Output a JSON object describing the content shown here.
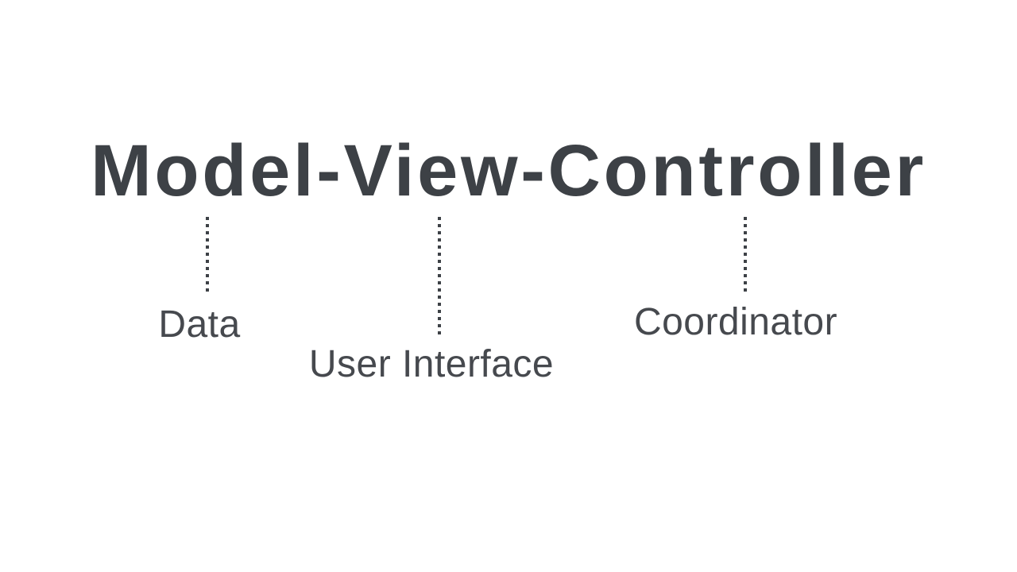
{
  "title": "Model-View-Controller",
  "connectors": [
    {
      "term": "Model",
      "label": "Data"
    },
    {
      "term": "View",
      "label": "User Interface"
    },
    {
      "term": "Controller",
      "label": "Coordinator"
    }
  ],
  "colors": {
    "background": "#ffffff",
    "title-color": "#3d4146",
    "line-color": "#3d4146",
    "label-color": "#46494e"
  }
}
